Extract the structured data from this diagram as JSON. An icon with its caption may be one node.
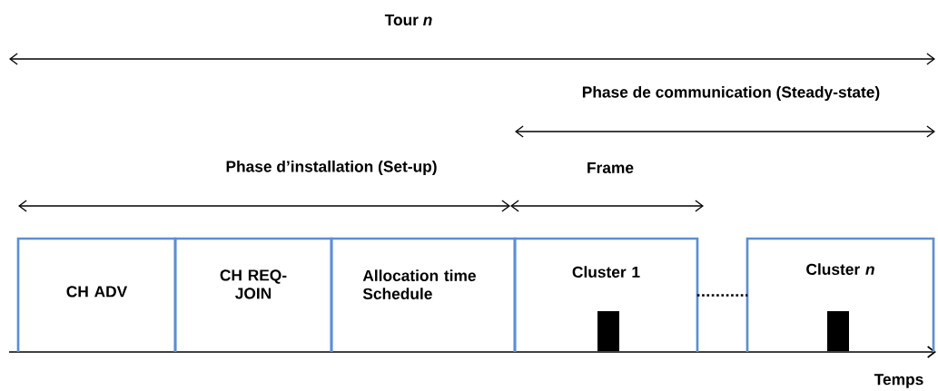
{
  "diagram": {
    "nodes": [
      {
        "text": [
          "CH ADV"
        ]
      },
      {
        "text": [
          "CH REQ-JOIN"
        ]
      },
      {
        "text": [
          "Allocation time Schedule"
        ]
      },
      {
        "text": [
          "Cluster 1"
        ]
      },
      {
        "text": [],
        "shape": "bar",
        "in": 3
      },
      {
        "text": [
          "Cluster *n*"
        ]
      },
      {
        "text": [],
        "shape": "bar",
        "in": 5
      }
    ],
    "edges": [
      {
        "from": 3,
        "to": 5,
        "arrow": "none",
        "style": "dashed"
      }
    ],
    "labels": [
      "Tour *n*",
      "Phase de communication (Steady-state)",
      "Phase d’installation (Set-up)",
      "Frame",
      "Temps"
    ]
  }
}
